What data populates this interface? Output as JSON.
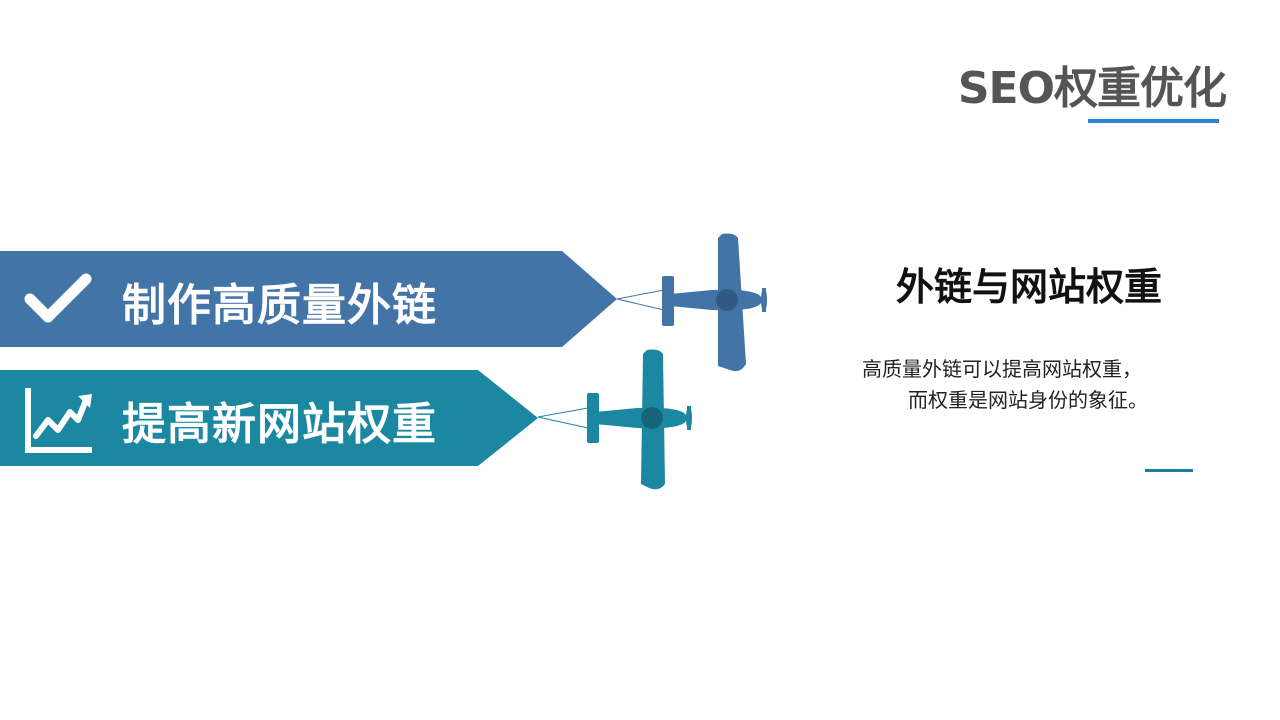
{
  "slide": {
    "title": "SEO权重优化",
    "colors": {
      "title_text": "#555555",
      "title_underline": "#2e84d4",
      "banner_one": "#4374a8",
      "banner_two": "#1b87a1",
      "plane_one": "#4374a8",
      "plane_two": "#1b87a1",
      "accent_line": "#1a7ea3"
    }
  },
  "banners": [
    {
      "label": "制作高质量外链",
      "icon": "checkmark-icon"
    },
    {
      "label": "提高新网站权重",
      "icon": "growth-chart-icon"
    }
  ],
  "section": {
    "heading": "外链与网站权重",
    "description_line1": "高质量外链可以提高网站权重，",
    "description_line2": "而权重是网站身份的象征。"
  }
}
